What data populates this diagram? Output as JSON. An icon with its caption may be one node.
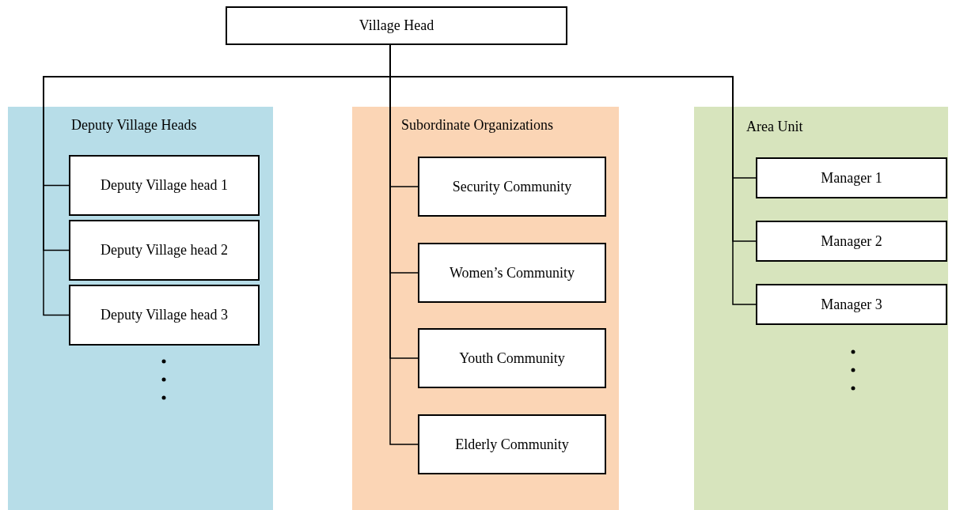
{
  "diagram": {
    "nodes": [
      {
        "text": [
          "Village Head"
        ]
      },
      {
        "text": [
          "Deputy Village Heads"
        ]
      },
      {
        "text": [
          "Deputy Village head 1"
        ],
        "in": 1
      },
      {
        "text": [
          "Deputy Village head 2"
        ],
        "in": 1
      },
      {
        "text": [
          "Deputy Village head 3"
        ],
        "in": 1
      },
      {
        "text": [
          "Subordinate Organizations"
        ]
      },
      {
        "text": [
          "Security Community"
        ],
        "in": 5
      },
      {
        "text": [
          "Women’s Community"
        ],
        "in": 5
      },
      {
        "text": [
          "Youth Community"
        ],
        "in": 5
      },
      {
        "text": [
          "Elderly Community"
        ],
        "in": 5
      },
      {
        "text": [
          "Area Unit"
        ]
      },
      {
        "text": [
          "Manager 1"
        ],
        "in": 10
      },
      {
        "text": [
          "Manager 2"
        ],
        "in": 10
      },
      {
        "text": [
          "Manager 3"
        ],
        "in": 10
      }
    ],
    "edges": [
      {
        "from": 0,
        "to": 2,
        "arrow": "none"
      },
      {
        "from": 0,
        "to": 3,
        "arrow": "none"
      },
      {
        "from": 0,
        "to": 4,
        "arrow": "none"
      },
      {
        "from": 0,
        "to": 6,
        "arrow": "none"
      },
      {
        "from": 0,
        "to": 7,
        "arrow": "none"
      },
      {
        "from": 0,
        "to": 8,
        "arrow": "none"
      },
      {
        "from": 0,
        "to": 9,
        "arrow": "none"
      },
      {
        "from": 0,
        "to": 11,
        "arrow": "none"
      },
      {
        "from": 0,
        "to": 12,
        "arrow": "none"
      },
      {
        "from": 0,
        "to": 13,
        "arrow": "none"
      }
    ]
  }
}
